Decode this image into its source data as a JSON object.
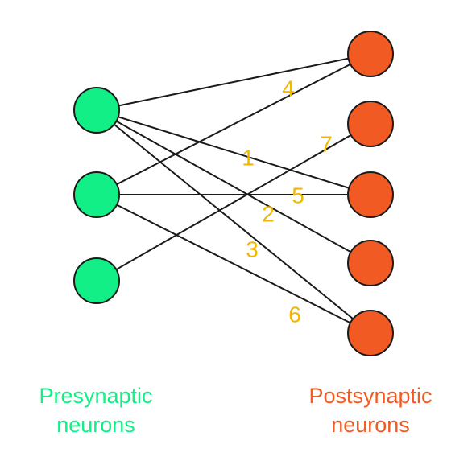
{
  "colors": {
    "presynaptic": "#12EF86",
    "postsynaptic": "#F15A22",
    "synapse_label": "#F2B800",
    "edge": "#1a1a1a"
  },
  "presynaptic": {
    "caption_line1": "Presynaptic",
    "caption_line2": "neurons",
    "count": 3
  },
  "postsynaptic": {
    "caption_line1": "Postsynaptic",
    "caption_line2": "neurons",
    "count": 5
  },
  "connections": [
    {
      "from": 1,
      "to": 1,
      "label": ""
    },
    {
      "from": 1,
      "to": 3,
      "label": "1"
    },
    {
      "from": 1,
      "to": 4,
      "label": "2"
    },
    {
      "from": 1,
      "to": 5,
      "label": "3"
    },
    {
      "from": 2,
      "to": 1,
      "label": "4"
    },
    {
      "from": 2,
      "to": 3,
      "label": "5"
    },
    {
      "from": 2,
      "to": 5,
      "label": "6"
    },
    {
      "from": 3,
      "to": 2,
      "label": "7"
    }
  ]
}
